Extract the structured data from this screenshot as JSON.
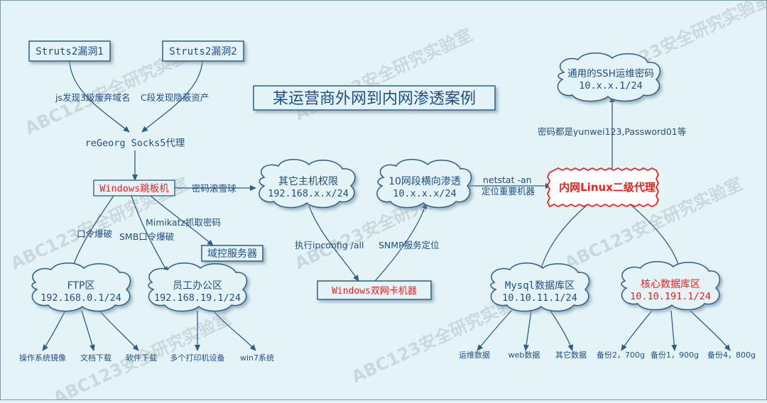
{
  "title": "某运营商外网到内网渗透案例",
  "watermark": "ABC123安全研究实验室",
  "nodes": {
    "struts1": "Struts2漏洞1",
    "struts2": "Struts2漏洞2",
    "regeorg": "reGeorg Socks5代理",
    "windows_jump": "Windows跳板机",
    "other_hosts": {
      "line1": "其它主机权限",
      "line2": "192.168.x.x/24"
    },
    "lateral": {
      "line1": "10网段横向渗透",
      "line2": "10.x.x.x/24"
    },
    "linux_proxy": "内网Linux二级代理",
    "ssh_password": {
      "line1": "通用的SSH运维密码",
      "line2": "10.x.x.1/24"
    },
    "domain_server": "域控服务器",
    "ftp": {
      "line1": "FTP区",
      "line2": "192.168.0.1/24"
    },
    "office": {
      "line1": "员工办公区",
      "line2": "192.168.19.1/24"
    },
    "dual_nic": "Windows双网卡机器",
    "mysql": {
      "line1": "Mysql数据库区",
      "line2": "10.10.11.1/24"
    },
    "core_db": {
      "line1": "核心数据库区",
      "line2": "10.10.191.1/24"
    }
  },
  "edge_labels": {
    "js_discovery": "js发现3级废弃域名",
    "c_segment": "C段发现隐蔽资产",
    "password_snowball": "密码滚雪球",
    "mimikatz": "Mimikatz抓取密码",
    "password_brute": "口令爆破",
    "smb_brute": "SMB口令爆破",
    "ipconfig": "执行ipconfig /all",
    "snmp": "SNMP服务定位",
    "netstat_line1": "netstat -an",
    "netstat_line2": "定位重要机器",
    "passwords_are": "密码都是yunwei123,Password01等"
  },
  "leaves": {
    "ftp": [
      "操作系统镜像",
      "文档下载",
      "软件下载"
    ],
    "office": [
      "多个打印机设备",
      "win7系统"
    ],
    "mysql": [
      "运维数据",
      "web数据",
      "其它数据"
    ],
    "core": [
      "备份2，700g",
      "备份1，900g",
      "备份4，800g"
    ]
  },
  "colors": {
    "background": "#e4f3f6",
    "line": "#2d5d8a",
    "text": "#1f4e8c",
    "red": "#ff1a1a",
    "watermark": "#c9d6dc"
  }
}
